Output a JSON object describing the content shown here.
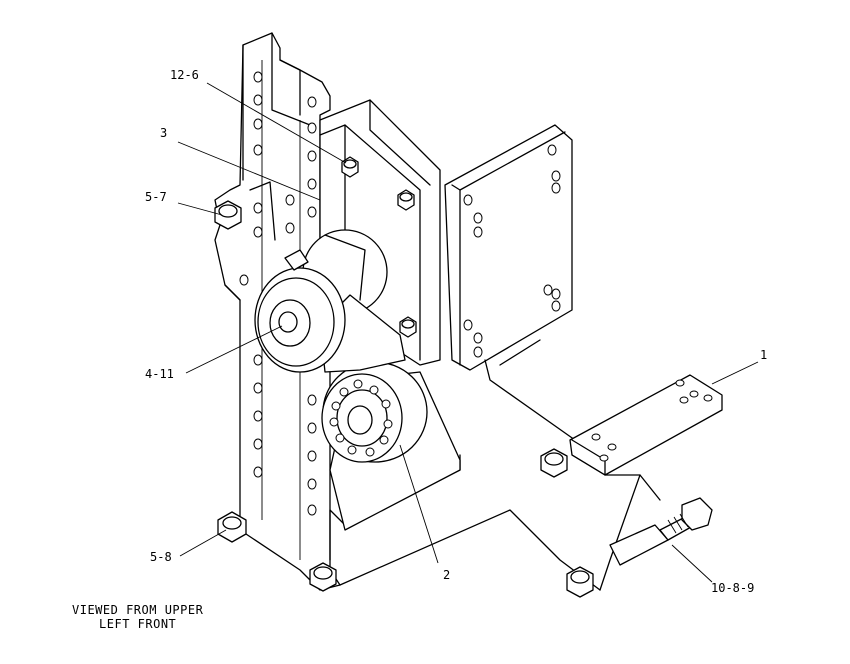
{
  "callouts": [
    {
      "id": "c12-6",
      "label": "12-6"
    },
    {
      "id": "c3",
      "label": "3"
    },
    {
      "id": "c5-7",
      "label": "5-7"
    },
    {
      "id": "c4-11",
      "label": "4-11"
    },
    {
      "id": "c5-8",
      "label": "5-8"
    },
    {
      "id": "c2",
      "label": "2"
    },
    {
      "id": "c1",
      "label": "1"
    },
    {
      "id": "c10-8-9",
      "label": "10-8-9"
    }
  ],
  "caption": {
    "line1": "VIEWED FROM UPPER",
    "line2": "LEFT FRONT"
  }
}
